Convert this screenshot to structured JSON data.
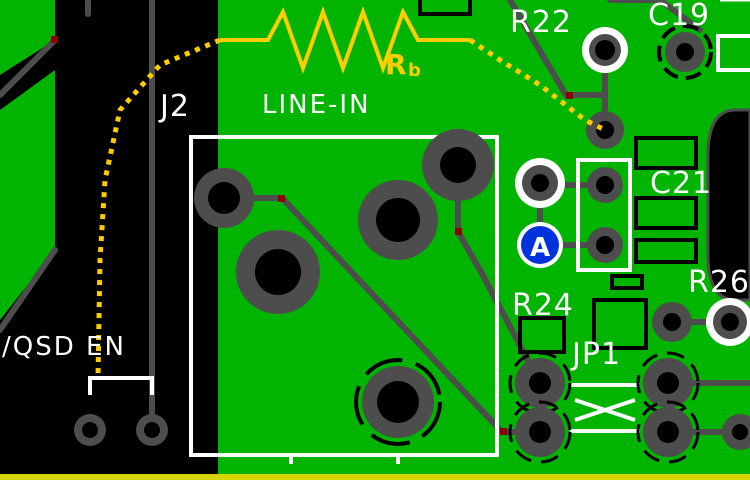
{
  "designators": {
    "j2": "J2",
    "r22": "R22",
    "c19": "C19",
    "c21": "C21",
    "r24": "R24",
    "r26": "R26",
    "jp1": "JP1"
  },
  "silkscreen": {
    "line_in": "LINE-IN",
    "qsd_en": "/QSD EN"
  },
  "annotations": {
    "resistor_symbol": "R",
    "resistor_subscript": "b",
    "marker_label": "A"
  },
  "colors": {
    "board_green": "#00b400",
    "ground_black": "#000000",
    "trace_gray": "#4d4d4d",
    "silkscreen_white": "#ffffff",
    "annotation_yellow": "#ffcc00",
    "marker_blue": "#0033dd",
    "via_red": "#8b0000"
  }
}
